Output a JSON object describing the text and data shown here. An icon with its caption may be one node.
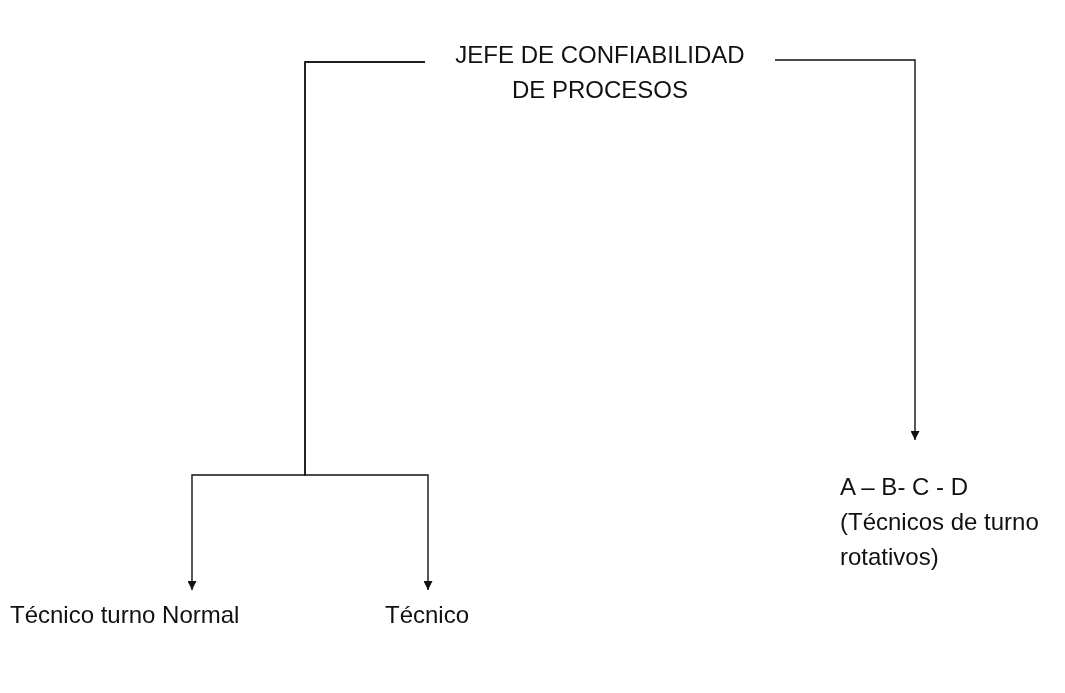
{
  "diagram": {
    "nodes": [
      {
        "text": [
          "JEFE DE CONFIABILIDAD DE PROCESOS"
        ]
      },
      {
        "text": [
          "Técnico turno Normal"
        ]
      },
      {
        "text": [
          "Técnico"
        ]
      },
      {
        "text": [
          "A – B- C - D",
          "(Técnicos de turno rotativos)"
        ]
      }
    ],
    "edges": [
      {
        "from": 0,
        "to": 1,
        "arrow": "to"
      },
      {
        "from": 0,
        "to": 2,
        "arrow": "to"
      },
      {
        "from": 0,
        "to": 3,
        "arrow": "to"
      }
    ]
  }
}
